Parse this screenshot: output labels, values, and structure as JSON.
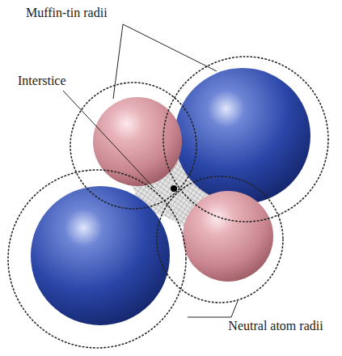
{
  "diagram": {
    "labels": [
      "Muffin-tin radii",
      "Interstice",
      "Neutral atom radii"
    ]
  }
}
